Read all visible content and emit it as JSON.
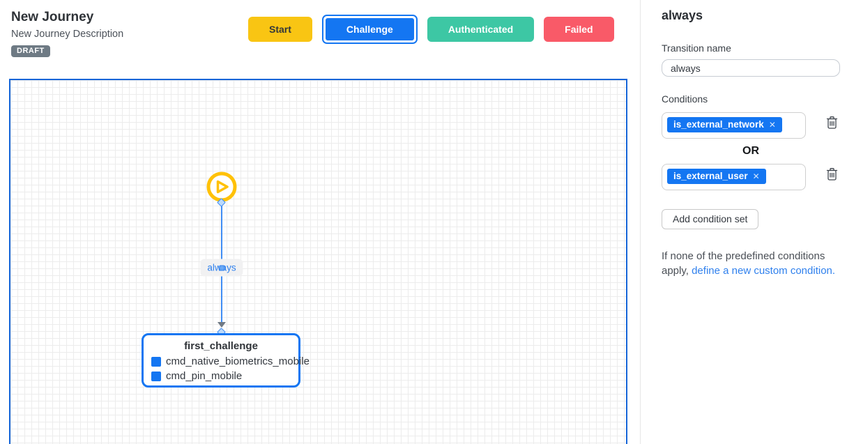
{
  "header": {
    "title": "New Journey",
    "description": "New Journey Description",
    "status_badge": "DRAFT"
  },
  "toolbar": {
    "start_label": "Start",
    "challenge_label": "Challenge",
    "authenticated_label": "Authenticated",
    "failed_label": "Failed",
    "selected": "Challenge"
  },
  "canvas": {
    "edge_label": "always",
    "node": {
      "title": "first_challenge",
      "items": [
        "cmd_native_biometrics_mobile",
        "cmd_pin_mobile"
      ]
    }
  },
  "panel": {
    "title": "always",
    "transition_name": {
      "label": "Transition name",
      "value": "always"
    },
    "conditions": {
      "label": "Conditions",
      "or_label": "OR",
      "sets": [
        {
          "chip": "is_external_network"
        },
        {
          "chip": "is_external_user"
        }
      ],
      "add_button_label": "Add condition set"
    },
    "footer": {
      "prefix": "If none of the predefined conditions apply, ",
      "link": "define a new custom condition."
    }
  },
  "icons": {
    "close": "✕"
  },
  "colors": {
    "accent_blue": "#1476f2",
    "start_yellow": "#f9c513",
    "node_yellow": "#ffc107",
    "authenticated_teal": "#3dc7a4",
    "failed_red": "#f95a68",
    "edge_blue": "#3f8cf3",
    "badge_gray": "#6e7a84"
  }
}
